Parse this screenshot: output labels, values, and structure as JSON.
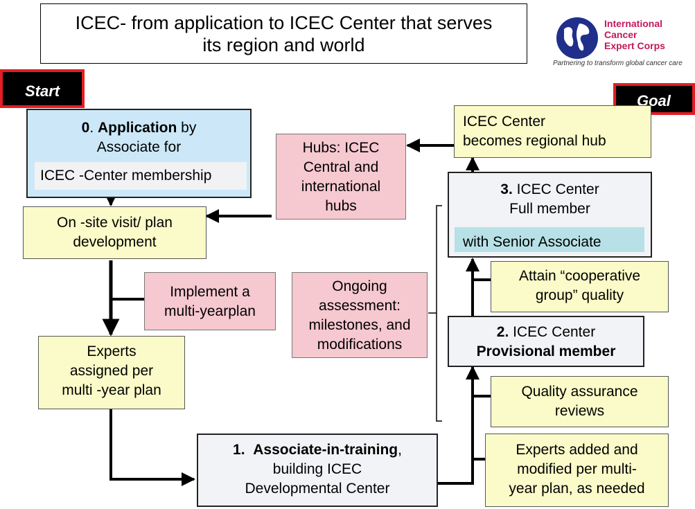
{
  "title": "ICEC- from application to ICEC Center that serves its region and world",
  "logo": {
    "line1": "International",
    "line2": "Cancer",
    "line3": "Expert Corps",
    "tagline": "Partnering to transform global cancer care"
  },
  "tags": {
    "start": "Start",
    "goal": "Goal"
  },
  "nodes": {
    "application": {
      "num": "0",
      "sep": ". ",
      "bold": "Application",
      "rest": " by",
      "line2": "Associate for",
      "sub": "ICEC -Center membership"
    },
    "onsite": {
      "line1": "On -site visit/ plan",
      "line2": "development"
    },
    "implement": {
      "line1": "Implement a",
      "line2": "multi-yearplan"
    },
    "experts": {
      "line1": "Experts",
      "line2": "assigned per",
      "line3": "multi -year plan"
    },
    "hubs": {
      "line1": "Hubs: ICEC",
      "line2": "Central and",
      "line3": "international",
      "line4": "hubs"
    },
    "ongoing": {
      "line1": "Ongoing",
      "line2": "assessment:",
      "line3": "milestones, and",
      "line4": "modifications"
    },
    "associate": {
      "num": "1.",
      "bold": "Associate-in-training",
      "rest": ",",
      "line2": "building ICEC",
      "line3": "Developmental Center"
    },
    "regional": {
      "line1": "ICEC Center",
      "line2": "becomes regional hub"
    },
    "full": {
      "num": "3.",
      "rest": " ICEC Center",
      "line2": "Full member",
      "sub": "with Senior Associate"
    },
    "cooperative": {
      "line1": "Attain “cooperative",
      "line2": "group” quality"
    },
    "provisional": {
      "num": "2.",
      "rest": " ICEC Center",
      "line2": "Provisional member"
    },
    "qa": {
      "line1": "Quality assurance",
      "line2": "reviews"
    },
    "experts_added": {
      "line1": "Experts added and",
      "line2": "modified per multi-",
      "line3": "year plan, as needed"
    }
  },
  "colors": {
    "yellow": "#fafbc8",
    "pink": "#f6c8d0",
    "blue": "#cce8f8",
    "grey": "#f2f3f6",
    "teal": "#b7e1e6",
    "red": "#e31e24",
    "logo_blue": "#1f2f8a",
    "logo_magenta": "#c2185b"
  }
}
